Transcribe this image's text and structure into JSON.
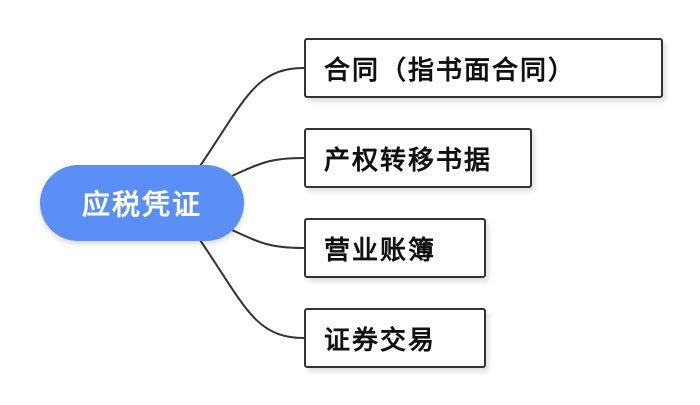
{
  "root": {
    "label": "应税凭证",
    "color": "#5b8ff5"
  },
  "branches": [
    {
      "label": "合同（指书面合同）"
    },
    {
      "label": "产权转移书据"
    },
    {
      "label": "营业账簿"
    },
    {
      "label": "证券交易"
    }
  ],
  "line_color": "#333333"
}
